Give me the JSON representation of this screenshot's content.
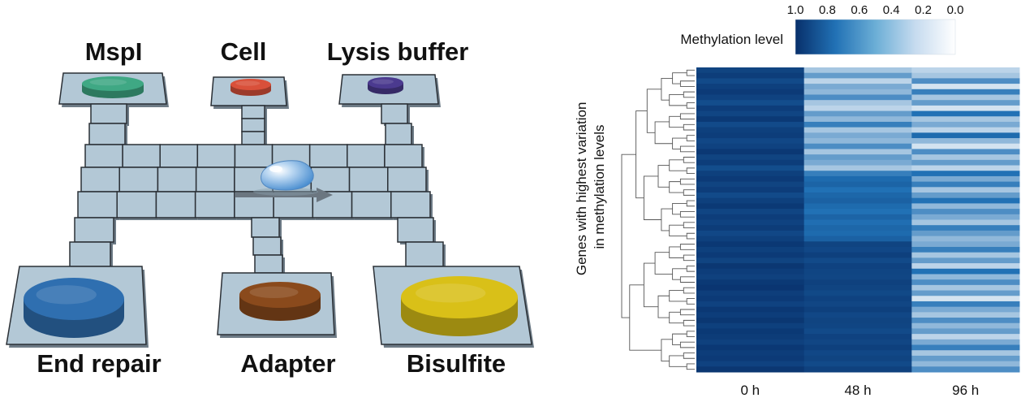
{
  "diagram": {
    "reagents": [
      {
        "label": "MspI",
        "color": "#3fa884"
      },
      {
        "label": "Cell",
        "color": "#d9503a"
      },
      {
        "label": "Lysis buffer",
        "color": "#4b3a8f"
      },
      {
        "label": "End repair",
        "color": "#2f6fb0"
      },
      {
        "label": "Adapter",
        "color": "#8a4a1c"
      },
      {
        "label": "Bisulfite",
        "color": "#d9c018"
      }
    ],
    "electrode_color": "#b3c8d6",
    "droplet_color": "#7fb2e0"
  },
  "heatmap": {
    "legend_title": "Methylation level",
    "legend_ticks": [
      "1.0",
      "0.8",
      "0.6",
      "0.4",
      "0.2",
      "0.0"
    ],
    "ylabel_line1": "Genes with highest variation",
    "ylabel_line2": "in methylation levels",
    "colors": {
      "high": "#08306b",
      "low": "#ffffff"
    }
  },
  "chart_data": {
    "type": "heatmap",
    "title": "",
    "xlabel": "",
    "ylabel": "Genes with highest variation in methylation levels",
    "colorbar": {
      "label": "Methylation level",
      "range": [
        1.0,
        0.0
      ],
      "ticks": [
        1.0,
        0.8,
        0.6,
        0.4,
        0.2,
        0.0
      ]
    },
    "columns": [
      "0 h",
      "48 h",
      "96 h"
    ],
    "rows": [
      [
        0.85,
        0.2,
        0.15
      ],
      [
        0.9,
        0.35,
        0.2
      ],
      [
        0.8,
        0.15,
        0.4
      ],
      [
        0.88,
        0.3,
        0.1
      ],
      [
        0.92,
        0.25,
        0.45
      ],
      [
        0.86,
        0.4,
        0.2
      ],
      [
        0.78,
        0.2,
        0.35
      ],
      [
        0.9,
        0.15,
        0.1
      ],
      [
        0.84,
        0.35,
        0.5
      ],
      [
        0.93,
        0.25,
        0.2
      ],
      [
        0.8,
        0.45,
        0.3
      ],
      [
        0.88,
        0.2,
        0.15
      ],
      [
        0.9,
        0.3,
        0.55
      ],
      [
        0.82,
        0.25,
        0.25
      ],
      [
        0.86,
        0.4,
        0.1
      ],
      [
        0.94,
        0.2,
        0.4
      ],
      [
        0.85,
        0.35,
        0.2
      ],
      [
        0.9,
        0.3,
        0.35
      ],
      [
        0.78,
        0.2,
        0.15
      ],
      [
        0.88,
        0.45,
        0.5
      ],
      [
        0.92,
        0.55,
        0.3
      ],
      [
        0.85,
        0.6,
        0.45
      ],
      [
        0.9,
        0.5,
        0.2
      ],
      [
        0.8,
        0.58,
        0.35
      ],
      [
        0.88,
        0.62,
        0.5
      ],
      [
        0.93,
        0.55,
        0.25
      ],
      [
        0.84,
        0.5,
        0.4
      ],
      [
        0.9,
        0.6,
        0.3
      ],
      [
        0.86,
        0.52,
        0.2
      ],
      [
        0.91,
        0.58,
        0.45
      ],
      [
        0.82,
        0.55,
        0.35
      ],
      [
        0.88,
        0.62,
        0.25
      ],
      [
        0.94,
        0.85,
        0.3
      ],
      [
        0.88,
        0.82,
        0.45
      ],
      [
        0.92,
        0.88,
        0.2
      ],
      [
        0.85,
        0.8,
        0.35
      ],
      [
        0.95,
        0.86,
        0.15
      ],
      [
        0.9,
        0.84,
        0.5
      ],
      [
        0.87,
        0.83,
        0.25
      ],
      [
        0.93,
        0.87,
        0.4
      ],
      [
        0.96,
        0.85,
        0.2
      ],
      [
        0.89,
        0.81,
        0.35
      ],
      [
        0.92,
        0.86,
        0.1
      ],
      [
        0.86,
        0.83,
        0.45
      ],
      [
        0.94,
        0.88,
        0.3
      ],
      [
        0.9,
        0.82,
        0.2
      ],
      [
        0.95,
        0.85,
        0.4
      ],
      [
        0.88,
        0.84,
        0.25
      ],
      [
        0.93,
        0.8,
        0.35
      ],
      [
        0.91,
        0.86,
        0.15
      ],
      [
        0.87,
        0.83,
        0.3
      ],
      [
        0.94,
        0.88,
        0.45
      ],
      [
        0.9,
        0.82,
        0.2
      ],
      [
        0.92,
        0.85,
        0.35
      ],
      [
        0.86,
        0.8,
        0.25
      ],
      [
        0.95,
        0.87,
        0.4
      ]
    ],
    "dendrogram": "hierarchical clustering tree on left"
  }
}
